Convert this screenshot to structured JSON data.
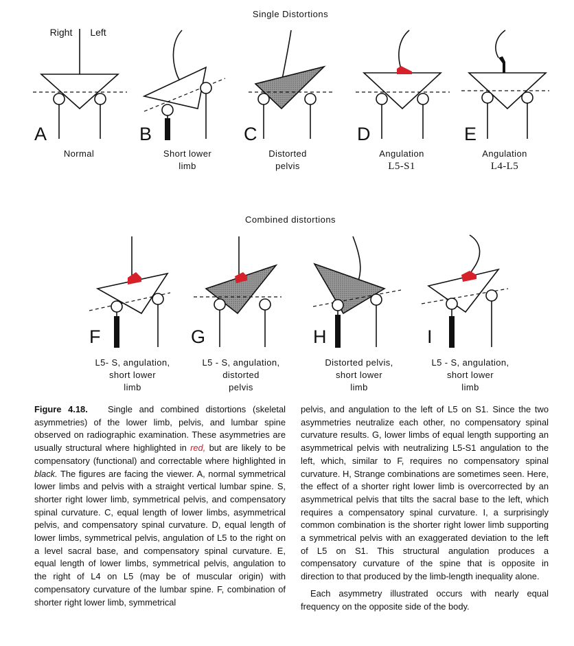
{
  "titles": {
    "single": "Single Distortions",
    "combined": "Combined distortions"
  },
  "orientation": {
    "right": "Right",
    "left": "Left"
  },
  "letters": {
    "A": "A",
    "B": "B",
    "C": "C",
    "D": "D",
    "E": "E",
    "F": "F",
    "G": "G",
    "H": "H",
    "I": "I"
  },
  "labels": {
    "A": {
      "l1": "Normal"
    },
    "B": {
      "l1": "Short lower",
      "l2": "limb"
    },
    "C": {
      "l1": "Distorted",
      "l2": "pelvis"
    },
    "D": {
      "l1": "Angulation",
      "l2": "L5-S1"
    },
    "E": {
      "l1": "Angulation",
      "l2": "L4-L5"
    },
    "F": {
      "l1": "L5- S, angulation,",
      "l2": "short lower",
      "l3": "limb"
    },
    "G": {
      "l1": "L5 - S, angulation,",
      "l2": "distorted",
      "l3": "pelvis"
    },
    "H": {
      "l1": "Distorted pelvis,",
      "l2": "short lower",
      "l3": "limb"
    },
    "I": {
      "l1": "L5 - S, angulation,",
      "l2": "short lower",
      "l3": "limb"
    }
  },
  "caption": {
    "figure_label": "Figure 4.18.",
    "left_1": "Single and combined distortions (skeletal asymmetries) of the lower limb, pelvis, and lumbar spine observed on radiographic examination. These asymmetries are usually structural where highlighted in",
    "red_word": "red,",
    "left_2": "but are likely to be compensatory (functional) and correctable where highlighted in",
    "black_word": "black.",
    "left_3": "The figures are facing the viewer. A, normal symmetrical lower limbs and pelvis with a straight vertical lumbar spine. S, shorter right lower limb, symmetrical pelvis, and compensatory spinal curvature. C, equal length of lower limbs, asymmetrical pelvis, and compensatory spinal curvature. D, equal length of lower limbs, symmetrical pelvis, angulation of L5 to the right on a level sacral base, and compensatory spinal curvature. E, equal length of lower limbs, symmetrical pelvis, angulation to the right of L4 on L5 (may be of muscular origin) with compensatory curvature of the lumbar spine. F, combination of shorter right lower limb, symmetrical",
    "right_1": "pelvis, and angulation to the left of L5 on S1. Since the two asymmetries neutralize each other, no compensatory spinal curvature results. G, lower limbs of equal length supporting an asymmetrical pelvis with neutralizing L5-S1 angulation to the left, which, similar to F, requires no compensatory spinal curvature. H, Strange combinations are sometimes seen. Here, the effect of a shorter right lower limb is overcorrected by an asymmetrical pelvis that tilts the sacral base to the left, which requires a compensatory spinal curvature. I, a surprisingly common combination is the shorter right lower limb supporting a symmetrical pelvis with an exaggerated deviation to the left of L5 on S1. This structural angulation produces a compensatory curvature of the spine that is opposite in direction to that produced by the limb-length inequality alone.",
    "right_2": "Each asymmetry illustrated occurs with nearly equal frequency on the opposite side of the body."
  },
  "colors": {
    "highlight_red": "#d6202a",
    "pelvis_gray": "#8a8a8a",
    "ink": "#111111"
  }
}
